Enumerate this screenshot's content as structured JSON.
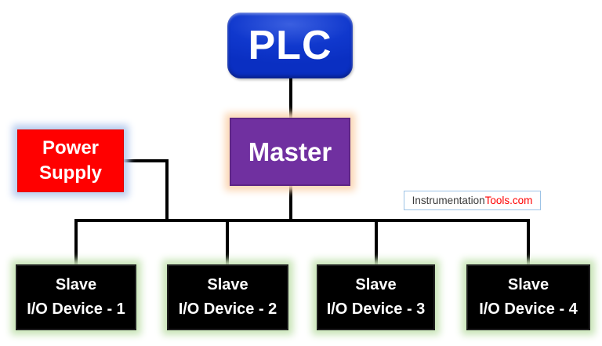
{
  "diagram": {
    "plc": {
      "label": "PLC"
    },
    "master": {
      "label": "Master"
    },
    "power_supply": {
      "line1": "Power",
      "line2": "Supply"
    },
    "slaves": [
      {
        "line1": "Slave",
        "line2": "I/O Device - 1"
      },
      {
        "line1": "Slave",
        "line2": "I/O Device - 2"
      },
      {
        "line1": "Slave",
        "line2": "I/O Device - 3"
      },
      {
        "line1": "Slave",
        "line2": "I/O Device - 4"
      }
    ],
    "watermark": {
      "part1": "Instrumentation",
      "part2": "Tools.com"
    },
    "colors": {
      "plc_blue": "#1038cd",
      "master_purple": "#7030a0",
      "master_glow": "#fbd7b5",
      "power_red": "#ff0000",
      "power_glow": "#b9cdef",
      "slave_black": "#000000",
      "slave_glow": "#c9e5b8",
      "connector_black": "#000000",
      "watermark_border": "#9dc3e6",
      "watermark_text": "#3b3b3b",
      "watermark_accent": "#ff0000"
    }
  }
}
